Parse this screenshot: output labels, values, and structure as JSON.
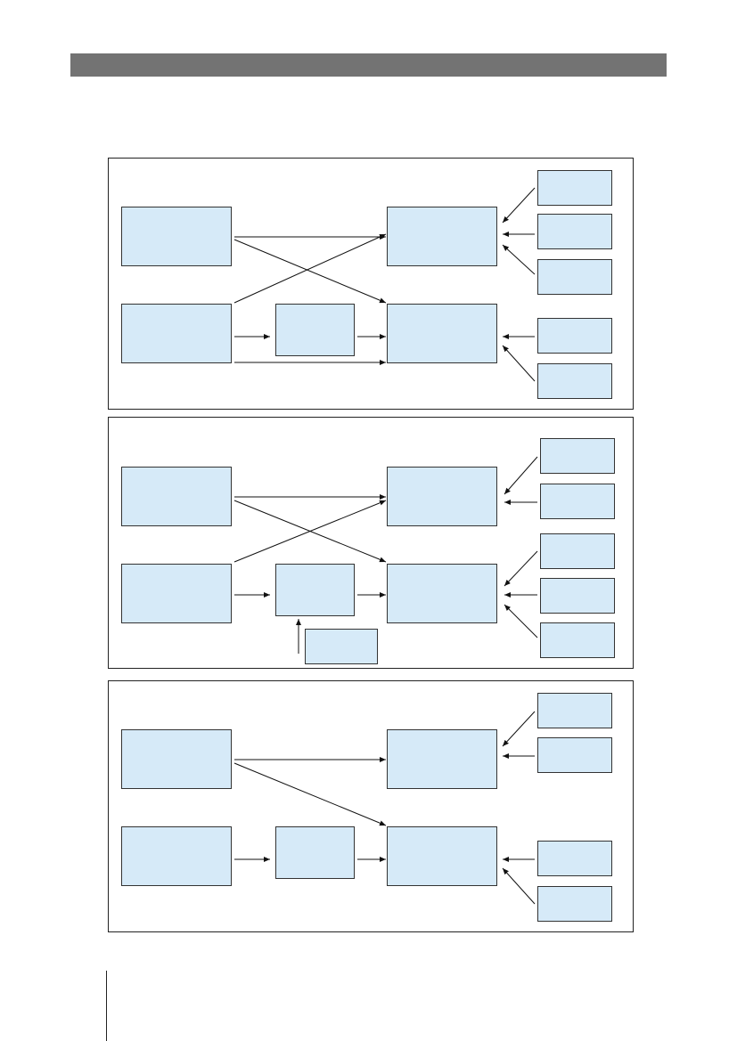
{
  "page": {
    "header_bar_color": "#737373",
    "node_fill_color": "#d6eaf8",
    "line_color": "#111111"
  },
  "panels": [
    {
      "id": "panel-1",
      "nodes": [
        {
          "id": "A1",
          "label": ""
        },
        {
          "id": "B1",
          "label": ""
        },
        {
          "id": "M1",
          "label": ""
        },
        {
          "id": "C1",
          "label": ""
        },
        {
          "id": "D1",
          "label": ""
        },
        {
          "id": "R1a",
          "label": ""
        },
        {
          "id": "R1b",
          "label": ""
        },
        {
          "id": "R1c",
          "label": ""
        },
        {
          "id": "R1d",
          "label": ""
        },
        {
          "id": "R1e",
          "label": ""
        }
      ]
    },
    {
      "id": "panel-2",
      "nodes": [
        {
          "id": "A2",
          "label": ""
        },
        {
          "id": "B2",
          "label": ""
        },
        {
          "id": "M2",
          "label": ""
        },
        {
          "id": "E2",
          "label": ""
        },
        {
          "id": "C2",
          "label": ""
        },
        {
          "id": "D2",
          "label": ""
        },
        {
          "id": "R2a",
          "label": ""
        },
        {
          "id": "R2b",
          "label": ""
        },
        {
          "id": "R2c",
          "label": ""
        },
        {
          "id": "R2d",
          "label": ""
        },
        {
          "id": "R2e",
          "label": ""
        }
      ]
    },
    {
      "id": "panel-3",
      "nodes": [
        {
          "id": "A3",
          "label": ""
        },
        {
          "id": "B3",
          "label": ""
        },
        {
          "id": "M3",
          "label": ""
        },
        {
          "id": "C3",
          "label": ""
        },
        {
          "id": "D3",
          "label": ""
        },
        {
          "id": "R3a",
          "label": ""
        },
        {
          "id": "R3b",
          "label": ""
        },
        {
          "id": "R3c",
          "label": ""
        },
        {
          "id": "R3d",
          "label": ""
        }
      ]
    }
  ]
}
